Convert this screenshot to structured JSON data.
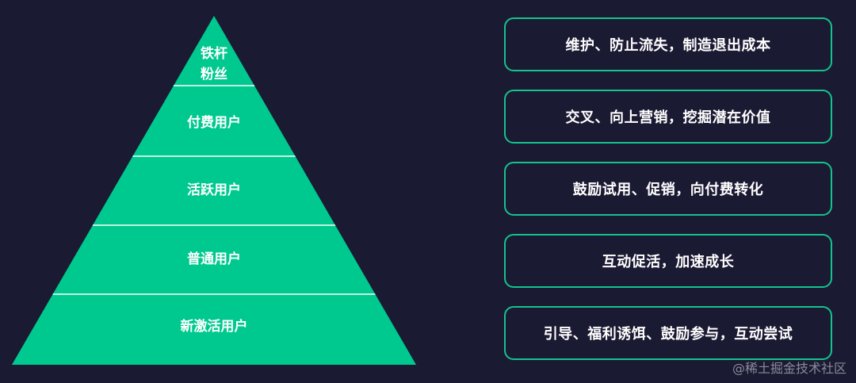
{
  "colors": {
    "background": "#1b1a33",
    "pyramid_fill": "#00c98f",
    "divider": "#ffffff",
    "box_border": "#14c38e",
    "text": "#ffffff",
    "watermark_text": "#8a8a9a"
  },
  "pyramid": {
    "tiers": [
      {
        "lines": [
          "铁杆",
          "粉丝"
        ]
      },
      {
        "lines": [
          "付费用户"
        ]
      },
      {
        "lines": [
          "活跃用户"
        ]
      },
      {
        "lines": [
          "普通用户"
        ]
      },
      {
        "lines": [
          "新激活用户"
        ]
      }
    ]
  },
  "strategies": [
    {
      "label": "维护、防止流失，制造退出成本"
    },
    {
      "label": "交叉、向上营销，挖掘潜在价值"
    },
    {
      "label": "鼓励试用、促销，向付费转化"
    },
    {
      "label": "互动促活，加速成长"
    },
    {
      "label": "引导、福利诱饵、鼓励参与，互动尝试"
    }
  ],
  "watermark": "@稀土掘金技术社区"
}
